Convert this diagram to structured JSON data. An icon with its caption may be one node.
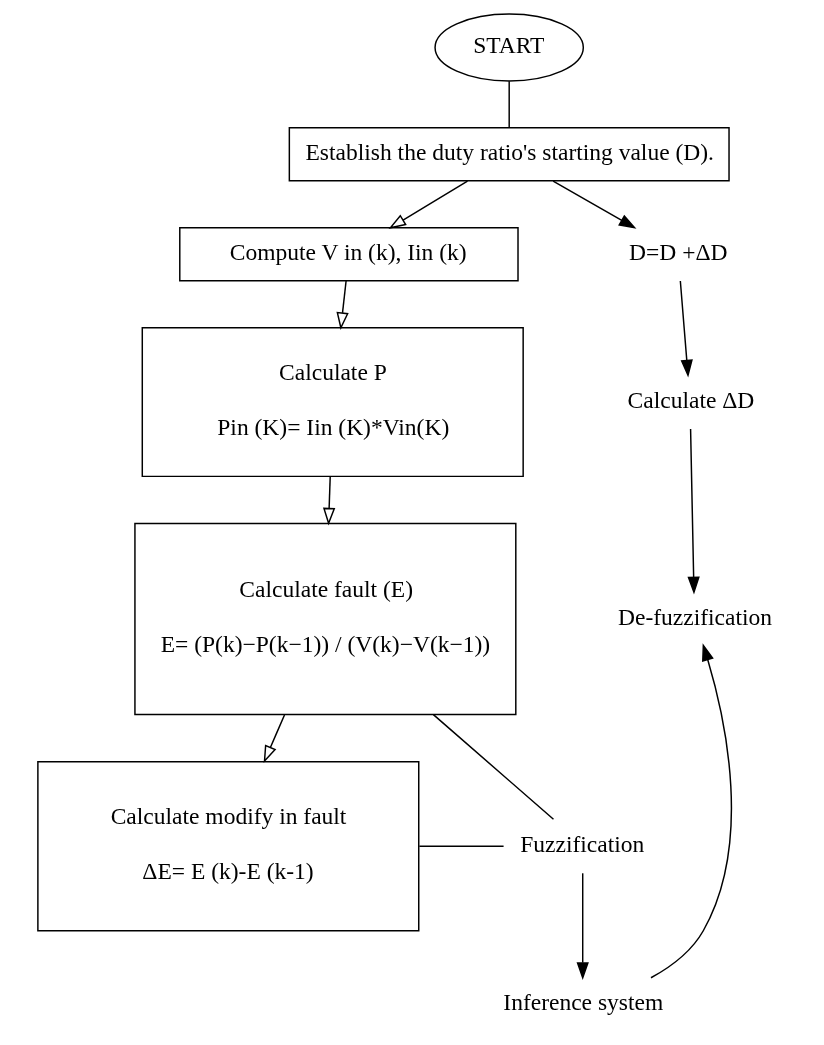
{
  "diagram": {
    "nodes": [
      {
        "text": [
          "START"
        ]
      },
      {
        "text": [
          "Establish the duty ratio's starting value (D)."
        ]
      },
      {
        "text": [
          "Compute V in (k), Iin (k)"
        ]
      },
      {
        "text": [
          "Calculate P",
          "Pin (K)= Iin (K)*Vin(K)"
        ]
      },
      {
        "text": [
          "Calculate fault (E)",
          "E= (P(k)−P(k−1)) / (V(k)−V(k−1))"
        ]
      },
      {
        "text": [
          "Calculate modify in fault",
          "ΔE= E (k)-E (k-1)"
        ]
      },
      {
        "text": [
          "D=D +ΔD"
        ]
      },
      {
        "text": [
          "Calculate ΔD"
        ]
      },
      {
        "text": [
          "De-fuzzification"
        ]
      },
      {
        "text": [
          "Fuzzification"
        ]
      },
      {
        "text": [
          "Inference system"
        ]
      }
    ],
    "edges": [
      {
        "from": 0,
        "to": 1,
        "arrow": "none"
      },
      {
        "from": 1,
        "to": 2,
        "arrow": "to"
      },
      {
        "from": 1,
        "to": 6,
        "arrow": "to"
      },
      {
        "from": 2,
        "to": 3,
        "arrow": "to"
      },
      {
        "from": 3,
        "to": 4,
        "arrow": "to"
      },
      {
        "from": 4,
        "to": 5,
        "arrow": "to"
      },
      {
        "from": 6,
        "to": 7,
        "arrow": "to"
      },
      {
        "from": 7,
        "to": 8,
        "arrow": "to"
      },
      {
        "from": 4,
        "to": 9,
        "arrow": "none"
      },
      {
        "from": 5,
        "to": 9,
        "arrow": "none"
      },
      {
        "from": 9,
        "to": 10,
        "arrow": "to"
      },
      {
        "from": 10,
        "to": 8,
        "arrow": "to"
      }
    ]
  }
}
